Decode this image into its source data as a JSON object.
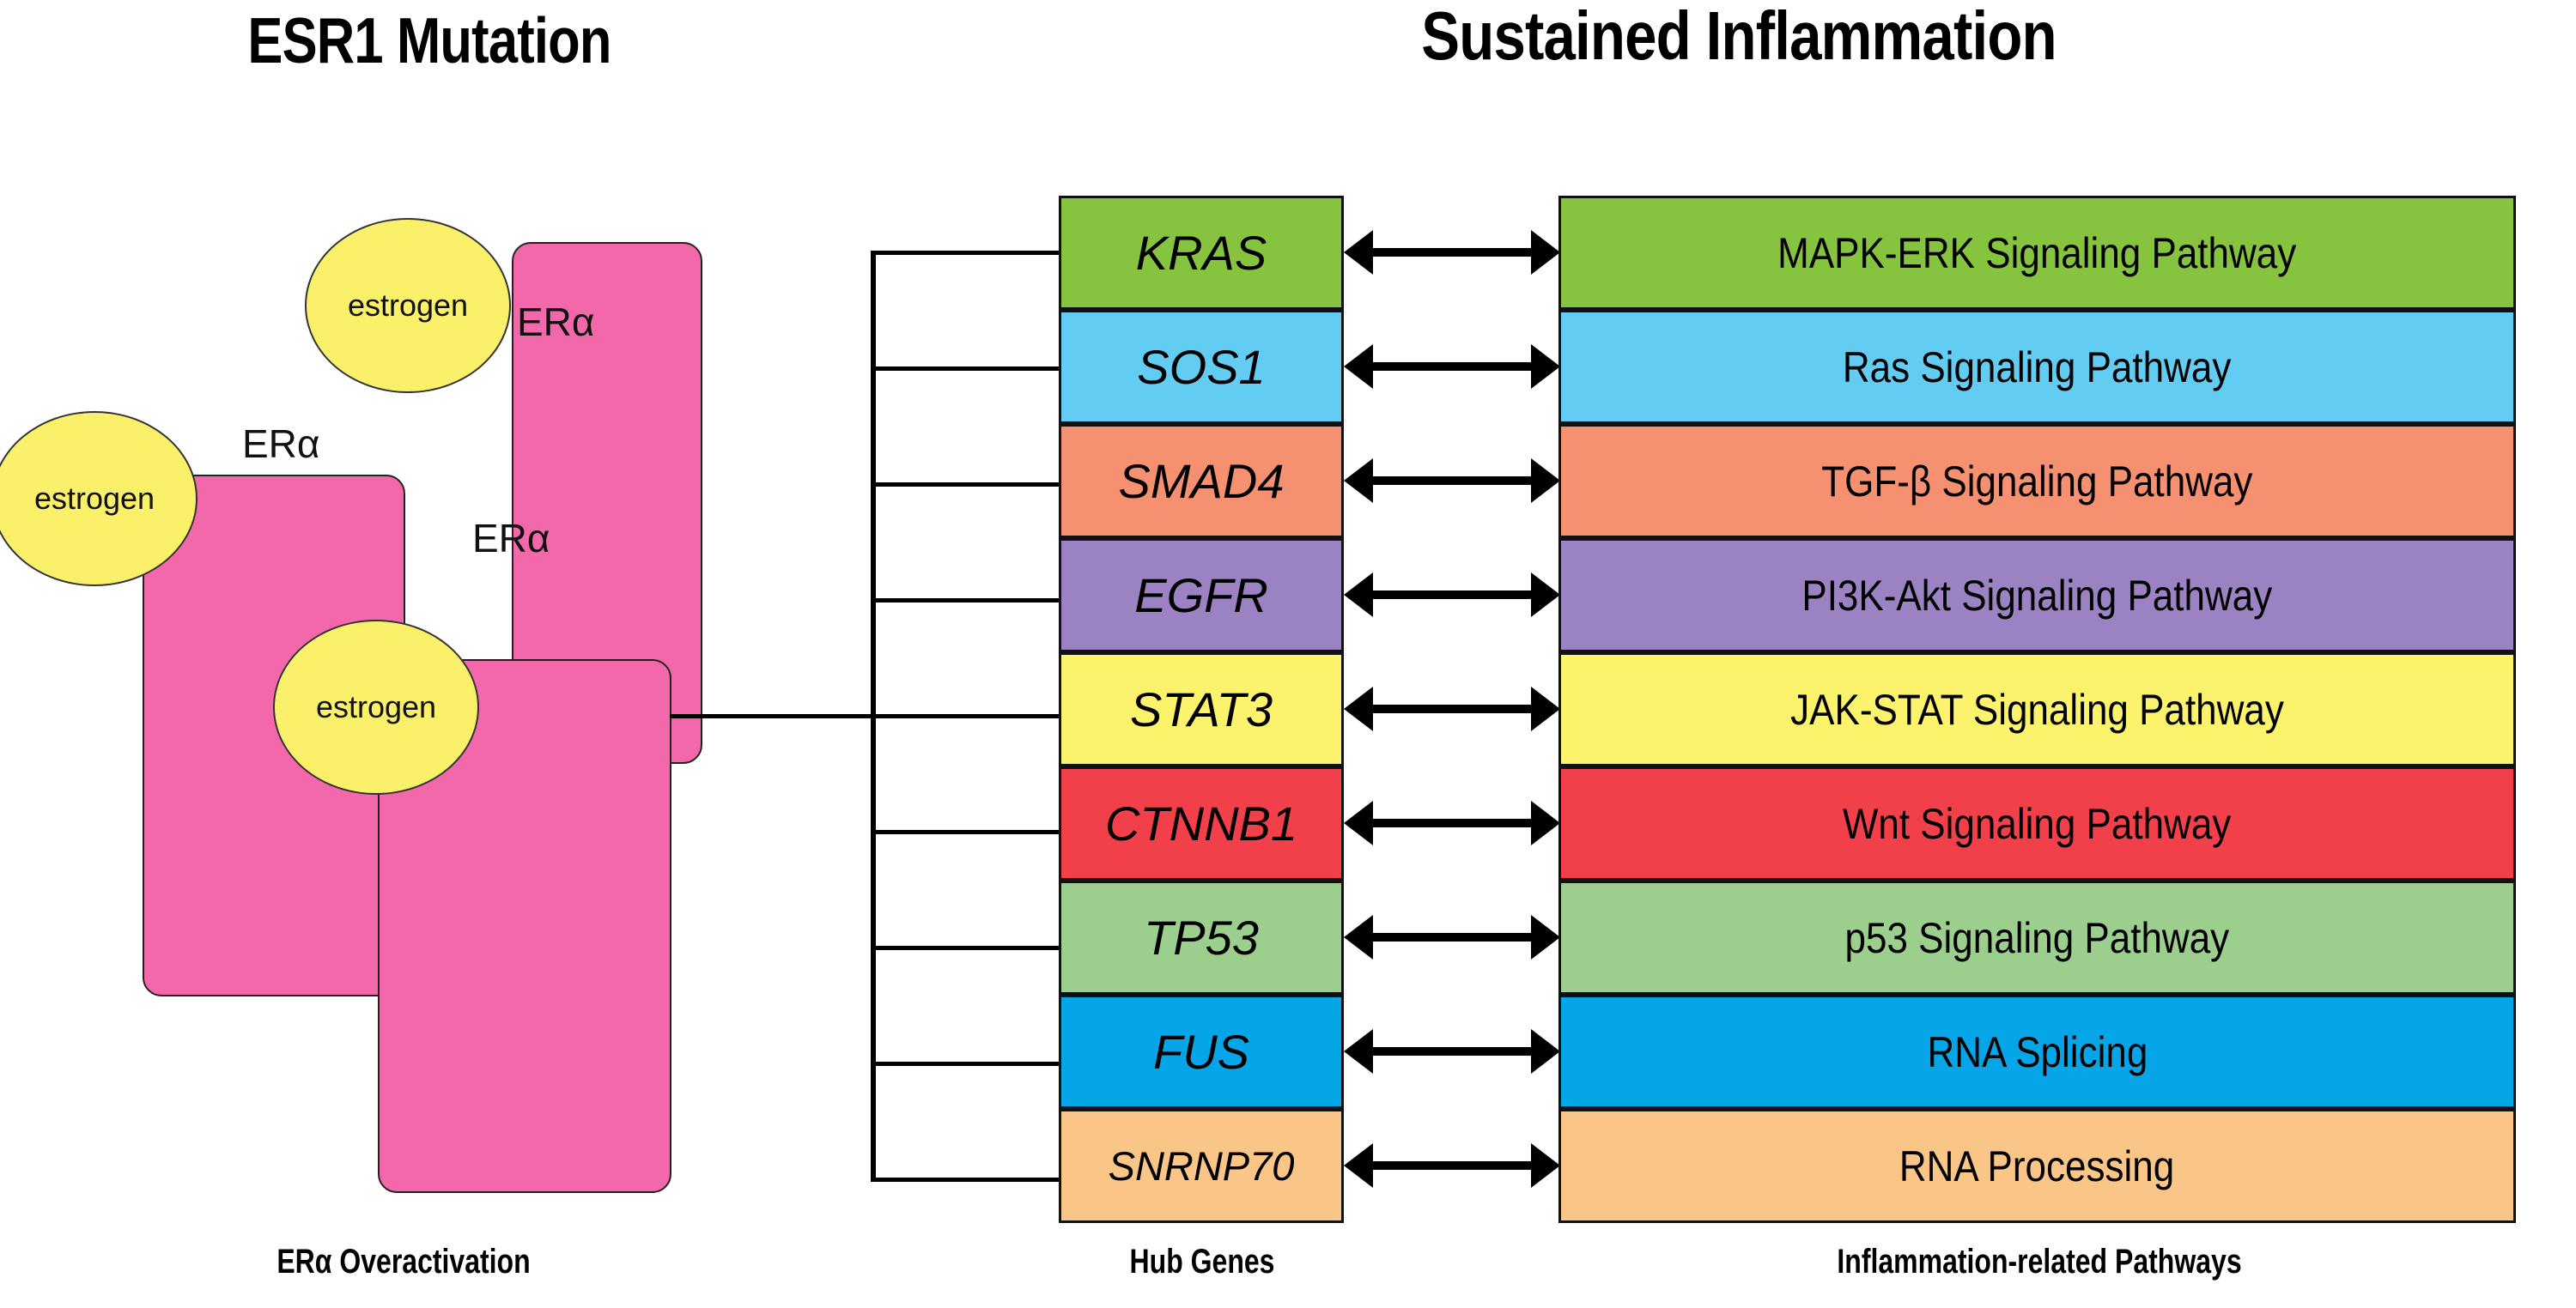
{
  "titles": {
    "left": "ESR1 Mutation",
    "right": "Sustained Inflammation"
  },
  "captions": {
    "left": "ERα Overactivation",
    "middle": "Hub Genes",
    "right": "Inflammation-related Pathways"
  },
  "receptor_panel": {
    "receptor_label": "ERα",
    "ligand_label": "estrogen",
    "receptor_color": "#F268AA",
    "ligand_color": "#FBF06A",
    "receptors": [
      {
        "label": "ERα"
      },
      {
        "label": "ERα"
      },
      {
        "label": "ERα"
      }
    ],
    "ligands": [
      {
        "label": "estrogen"
      },
      {
        "label": "estrogen"
      },
      {
        "label": "estrogen"
      }
    ]
  },
  "chart_data": {
    "type": "table",
    "title": "Hub genes and their inflammation-related pathways",
    "columns": [
      "Hub Genes",
      "Inflammation-related Pathways"
    ],
    "relation": "bidirectional",
    "rows": [
      {
        "gene": "KRAS",
        "pathway": "MAPK-ERK Signaling Pathway",
        "color": "#86C440"
      },
      {
        "gene": "SOS1",
        "pathway": "Ras Signaling Pathway",
        "color": "#62CCF2"
      },
      {
        "gene": "SMAD4",
        "pathway": "TGF-β Signaling Pathway",
        "color": "#F59070"
      },
      {
        "gene": "EGFR",
        "pathway": "PI3K-Akt Signaling Pathway",
        "color": "#9B82C2"
      },
      {
        "gene": "STAT3",
        "pathway": "JAK-STAT Signaling Pathway",
        "color": "#FAF36B"
      },
      {
        "gene": "CTNNB1",
        "pathway": "Wnt Signaling Pathway",
        "color": "#F2404A"
      },
      {
        "gene": "TP53",
        "pathway": "p53 Signaling Pathway",
        "color": "#9CCE8E"
      },
      {
        "gene": "FUS",
        "pathway": "RNA Splicing",
        "color": "#05A5E8"
      },
      {
        "gene": "SNRNP70",
        "pathway": "RNA Processing",
        "color": "#FAC688"
      }
    ]
  }
}
